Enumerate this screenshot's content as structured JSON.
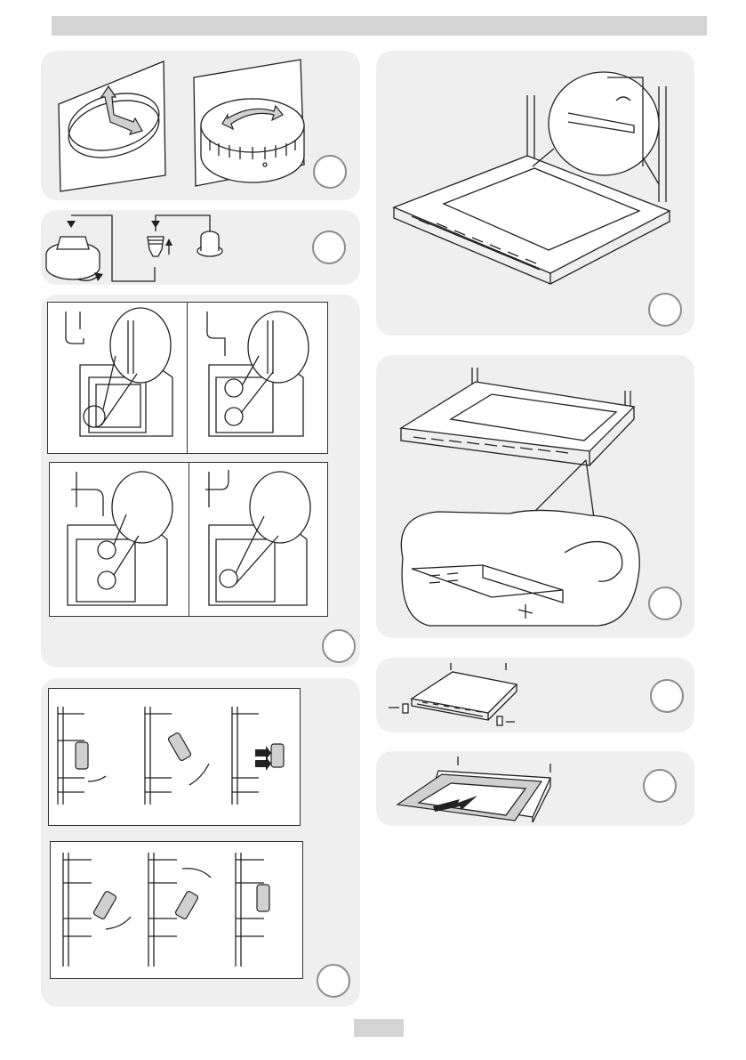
{
  "page": {
    "page_number": "",
    "colors": {
      "header_bar": "#d4d4d4",
      "panel_bg": "#efefef",
      "badge_border": "#8c8c8c",
      "line": "#222222"
    }
  },
  "figures": [
    {
      "id": "knob-removal",
      "step_badge": ""
    },
    {
      "id": "lamp-replacement",
      "step_badge": ""
    },
    {
      "id": "shelf-guide-positions",
      "step_badge": ""
    },
    {
      "id": "side-rack-removal",
      "step_badge": ""
    },
    {
      "id": "oven-door-hinge",
      "step_badge": ""
    },
    {
      "id": "door-end-cap-screw",
      "step_badge": ""
    },
    {
      "id": "door-end-caps-removed",
      "step_badge": ""
    },
    {
      "id": "inner-glass-removal",
      "step_badge": ""
    }
  ]
}
